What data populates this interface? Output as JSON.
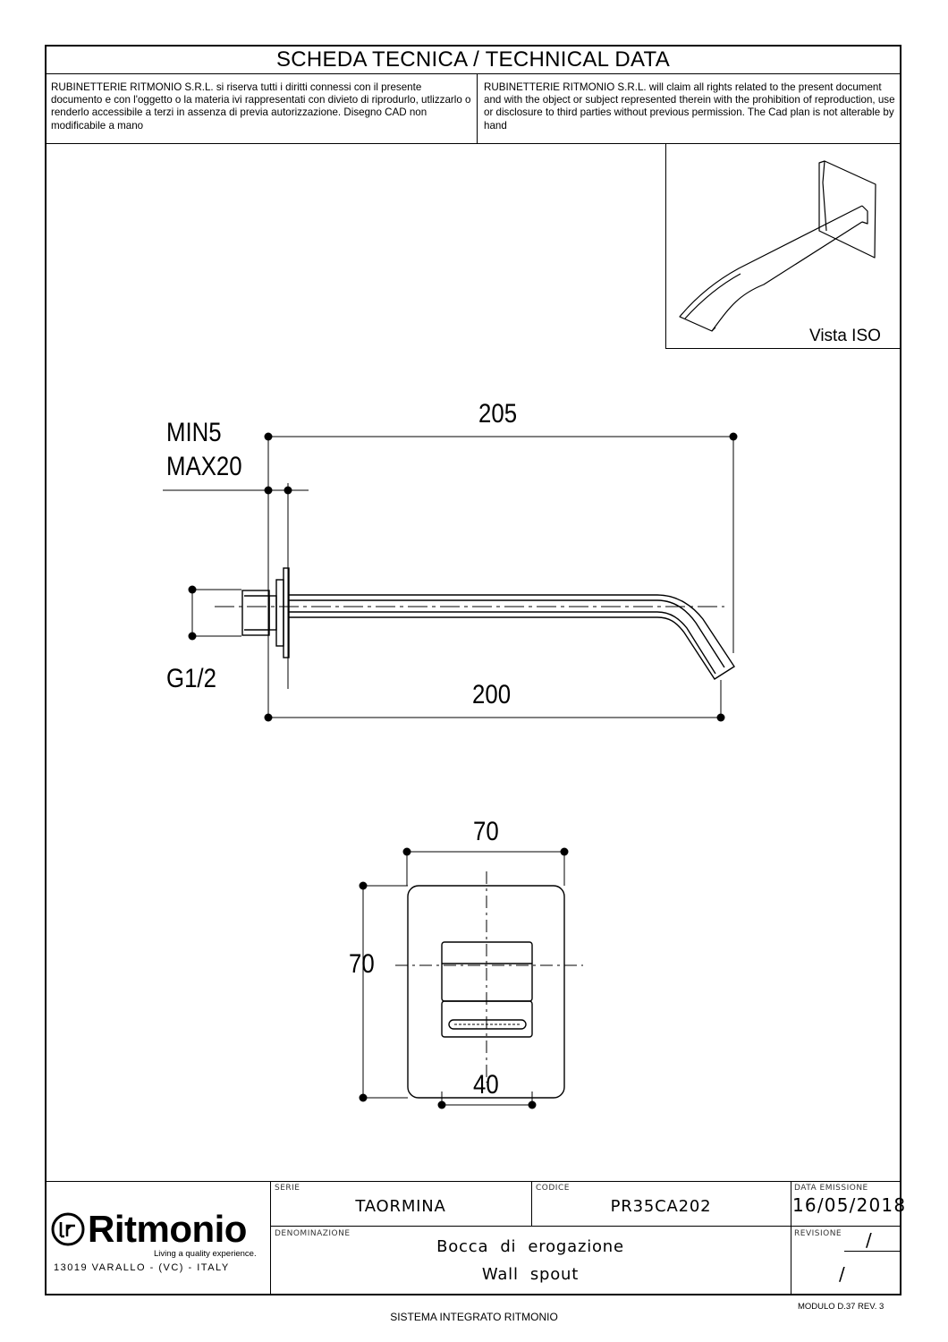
{
  "header": {
    "title": "SCHEDA TECNICA / TECHNICAL DATA",
    "notice_it": "RUBINETTERIE RITMONIO S.R.L. si riserva tutti i diritti connessi con il presente documento e con l'oggetto o la materia ivi rappresentati con divieto di riprodurlo, utlizzarlo o renderlo accessibile a terzi in assenza di previa autorizzazione. Disegno CAD non modificabile a mano",
    "notice_en": "RUBINETTERIE RITMONIO S.R.L. will claim all rights related to the present document and with the object or subject represented therein with the prohibition  of reproduction, use or disclosure to third parties without previous permission.  The Cad plan is not alterable by hand"
  },
  "iso_view": {
    "label": "Vista ISO"
  },
  "side_view": {
    "dim_total_length": "205",
    "dim_min": "MIN5",
    "dim_max": "MAX20",
    "dim_thread": "G1/2",
    "dim_projection": "200"
  },
  "front_view": {
    "dim_width": "70",
    "dim_height": "70",
    "dim_outlet_width": "40"
  },
  "title_block": {
    "serie_label": "SERIE",
    "serie_value": "TAORMINA",
    "codice_label": "CODICE",
    "codice_value": "PR35CA202",
    "data_label": "DATA  EMISSIONE",
    "data_value": "16/05/2018",
    "denominazione_label": "DENOMINAZIONE",
    "denominazione_it": "Bocca  di  erogazione",
    "denominazione_en": "Wall  spout",
    "revisione_label": "REVISIONE",
    "revisione_value_1": "/",
    "revisione_value_2": "/"
  },
  "brand": {
    "name": "Ritmonio",
    "tagline": "Living a quality experience.",
    "address": "13019 VARALLO - (VC) - ITALY"
  },
  "footer": {
    "system": "SISTEMA INTEGRATO RITMONIO",
    "form_code": "MODULO D.37 REV. 3"
  }
}
